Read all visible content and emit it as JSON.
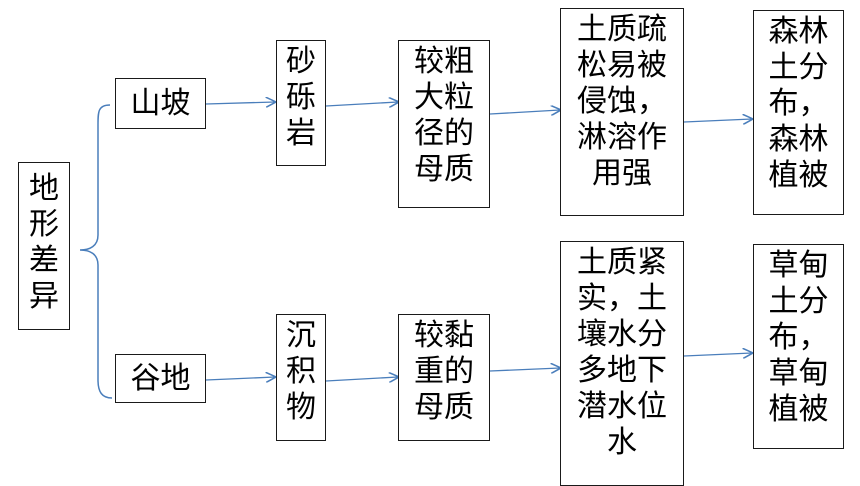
{
  "diagram": {
    "root": "地\n形\n差\n异",
    "branch_top": "山坡",
    "branch_bottom": "谷地",
    "top_chain": [
      "砂\n砾\n岩",
      "较粗\n大粒\n径的\n母质",
      "土质疏\n松易被\n侵蚀，\n淋溶作\n用强",
      "森林\n土分\n布，\n森林\n植被"
    ],
    "bottom_chain": [
      "沉\n积\n物",
      "较黏\n重的\n母质",
      "土质紧\n实，土\n壤水分\n多地下\n潜水位\n水",
      "草甸\n土分\n布，\n草甸\n植被"
    ]
  },
  "colors": {
    "arrow": "#4a7ebb",
    "brace": "#4a7ebb",
    "border": "#1a1a1a"
  }
}
